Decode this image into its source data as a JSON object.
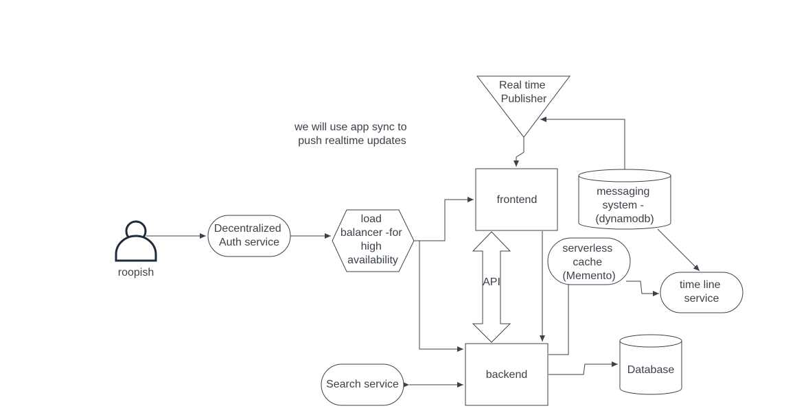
{
  "diagram": {
    "actor": {
      "label": "roopish"
    },
    "nodes": {
      "auth": {
        "lines": [
          "Decentralized",
          "Auth service"
        ]
      },
      "load_balancer": {
        "lines": [
          "load",
          "balancer  -for",
          "high",
          "availability"
        ]
      },
      "frontend": {
        "label": "frontend"
      },
      "backend": {
        "label": "backend"
      },
      "publisher": {
        "lines": [
          "Real time",
          "Publisher"
        ]
      },
      "messaging": {
        "lines": [
          "messaging",
          "system -",
          "(dynamodb)"
        ]
      },
      "cache": {
        "lines": [
          "serverless",
          "cache",
          "(Memento)"
        ]
      },
      "timeline": {
        "lines": [
          "time line",
          "service"
        ]
      },
      "search": {
        "label": "Search service"
      },
      "database": {
        "label": "Database"
      }
    },
    "api_label": "API",
    "note": {
      "lines": [
        "we will use app sync to",
        "push realtime updates"
      ]
    }
  }
}
